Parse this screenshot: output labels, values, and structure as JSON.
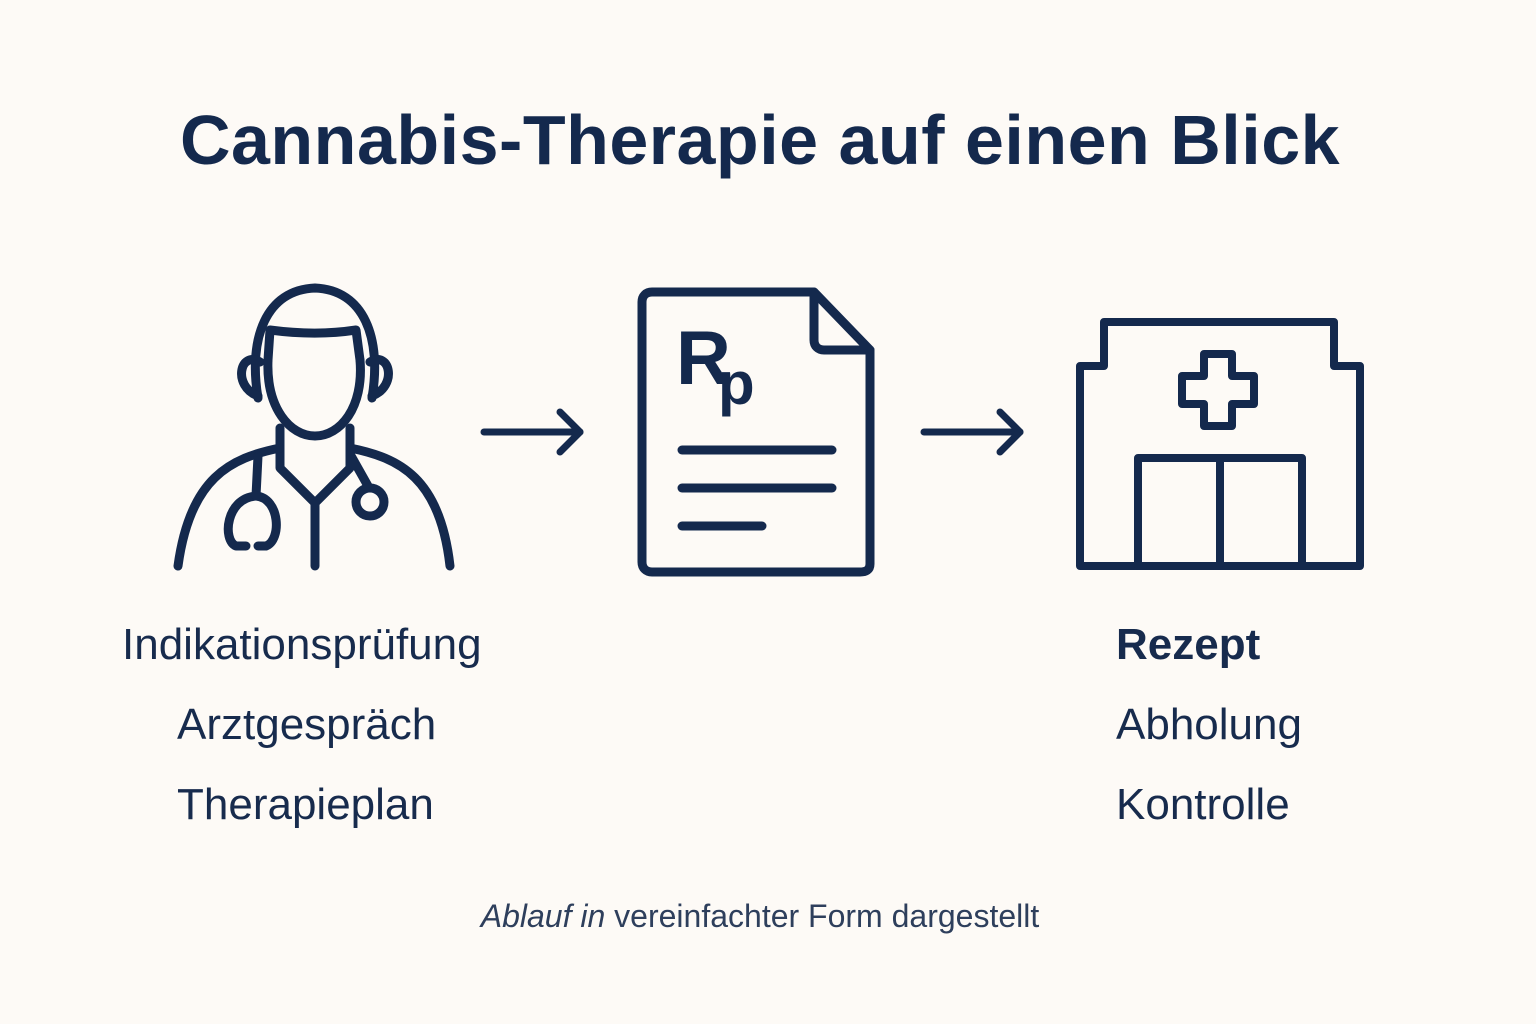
{
  "title": "Cannabis-Therapie auf einen Blick",
  "colors": {
    "ink": "#14294d",
    "background": "#fdfaf6"
  },
  "steps": [
    {
      "icon": "doctor-icon",
      "labels": [
        "Indikationsprüfung",
        "Arztgespräch",
        "Therapieplan"
      ]
    },
    {
      "icon": "prescription-icon",
      "icon_text": "Rp",
      "labels": []
    },
    {
      "icon": "pharmacy-icon",
      "labels": [
        "Rezept",
        "Abholung",
        "Kontrolle"
      ]
    }
  ],
  "footnote": {
    "italic": "Ablauf in",
    "rest": " vereinfachter Form dargestellt"
  }
}
